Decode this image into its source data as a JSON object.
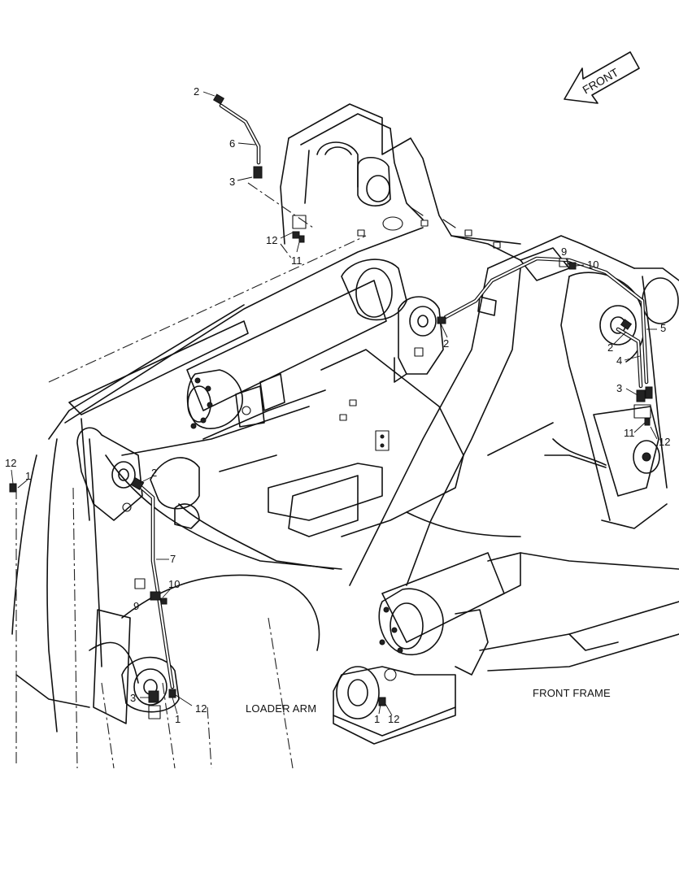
{
  "labels": {
    "front_arrow": "FRONT",
    "loader_arm": "LOADER ARM",
    "front_frame": "FRONT FRAME"
  },
  "callouts": [
    {
      "id": "c-2-top",
      "text": "2"
    },
    {
      "id": "c-6",
      "text": "6"
    },
    {
      "id": "c-3-top",
      "text": "3"
    },
    {
      "id": "c-12-top",
      "text": "12"
    },
    {
      "id": "c-11-top",
      "text": "11"
    },
    {
      "id": "c-9-right",
      "text": "9"
    },
    {
      "id": "c-10-right",
      "text": "10"
    },
    {
      "id": "c-2-mid",
      "text": "2"
    },
    {
      "id": "c-5",
      "text": "5"
    },
    {
      "id": "c-2-right",
      "text": "2"
    },
    {
      "id": "c-4",
      "text": "4"
    },
    {
      "id": "c-3-right",
      "text": "3"
    },
    {
      "id": "c-11-right",
      "text": "11"
    },
    {
      "id": "c-12-right",
      "text": "12"
    },
    {
      "id": "c-12-left",
      "text": "12"
    },
    {
      "id": "c-1-left",
      "text": "1"
    },
    {
      "id": "c-2-left",
      "text": "2"
    },
    {
      "id": "c-7",
      "text": "7"
    },
    {
      "id": "c-10-left",
      "text": "10"
    },
    {
      "id": "c-9-left",
      "text": "9"
    },
    {
      "id": "c-3-bottom",
      "text": "3"
    },
    {
      "id": "c-1-bottom",
      "text": "1"
    },
    {
      "id": "c-12-bottom",
      "text": "12"
    },
    {
      "id": "c-1-center",
      "text": "1"
    },
    {
      "id": "c-12-center",
      "text": "12"
    }
  ]
}
